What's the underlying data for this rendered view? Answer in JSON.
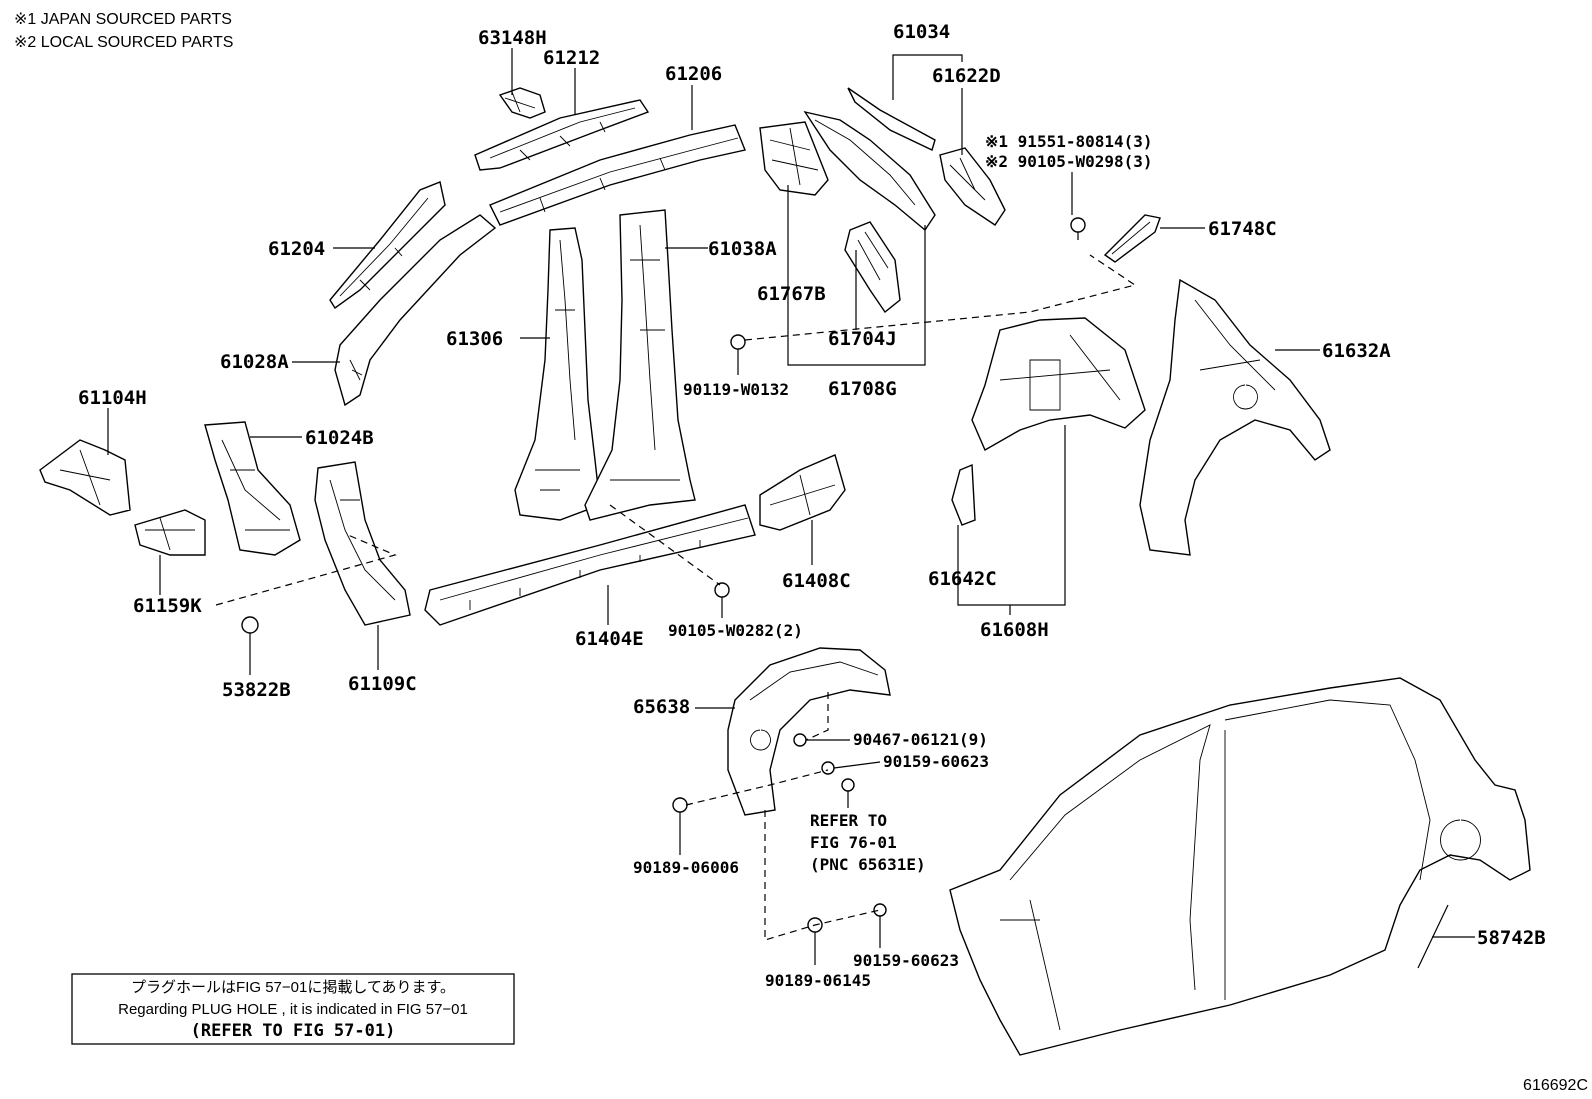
{
  "notes": {
    "note1": "※1 JAPAN SOURCED PARTS",
    "note2": "※2 LOCAL SOURCED PARTS"
  },
  "labels": {
    "p63148H": "63148H",
    "p61212": "61212",
    "p61206": "61206",
    "p61034": "61034",
    "p61622D": "61622D",
    "p91551": "※1 91551-80814(3)",
    "p90105_0298": "※2 90105-W0298(3)",
    "p61748C": "61748C",
    "p61204": "61204",
    "p61038A": "61038A",
    "p61767B": "61767B",
    "p61704J": "61704J",
    "p61708G": "61708G",
    "p90119": "90119-W0132",
    "p61306": "61306",
    "p61028A": "61028A",
    "p61632A": "61632A",
    "p61104H": "61104H",
    "p61024B": "61024B",
    "p61159K": "61159K",
    "p61109C": "61109C",
    "p53822B": "53822B",
    "p61404E": "61404E",
    "p90105_0282": "90105-W0282(2)",
    "p61408C": "61408C",
    "p61642C": "61642C",
    "p61608H": "61608H",
    "p65638": "65638",
    "p90467": "90467-06121(9)",
    "p90159a": "90159-60623",
    "p90189a": "90189-06006",
    "refer1": "REFER TO",
    "refer2": "FIG 76-01",
    "refer3": "(PNC 65631E)",
    "p90159b": "90159-60623",
    "p90189b": "90189-06145",
    "p58742B": "58742B"
  },
  "notice_box": {
    "line_jp": "プラグホールはFIG 57−01に掲載してあります。",
    "line_en": "Regarding PLUG HOLE , it is indicated in FIG 57−01",
    "line_ref": "(REFER TO FIG 57-01)"
  },
  "figure_code": "616692C"
}
